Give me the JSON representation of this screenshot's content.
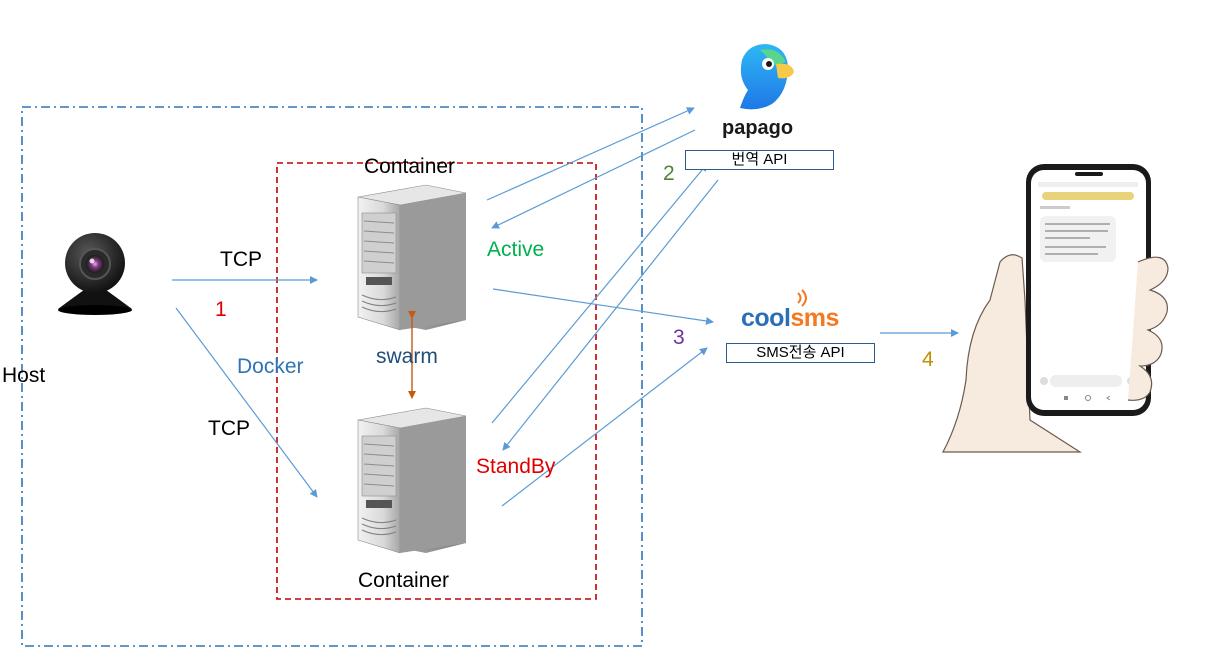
{
  "labels": {
    "host": "Host",
    "docker": "Docker",
    "container_top": "Container",
    "container_bottom": "Container",
    "active": "Active",
    "standby": "StandBy",
    "swarm": "swarm",
    "tcp_top": "TCP",
    "tcp_bottom": "TCP",
    "step1": "1",
    "step2": "2",
    "step3": "3",
    "step4": "4",
    "papago_logo": "papago",
    "papago_api": "번역 API",
    "coolsms_cool": "cool",
    "coolsms_sms": "sms",
    "sms_api": "SMS전송 API"
  },
  "colors": {
    "arrow": "#5b9bd5",
    "host_border": "#2e75b6",
    "docker_border": "#c00000",
    "active": "#00b050",
    "standby": "#e00000",
    "docker": "#2e75b6",
    "swarm": "#1f4e79",
    "swarm_arrow": "#c55a11",
    "step1": "#e00000",
    "step2": "#548235",
    "step3": "#7030a0",
    "step4": "#bf9000",
    "coolsms_blue": "#2c6fb7",
    "coolsms_orange": "#f47920"
  },
  "icons": [
    "webcam-icon",
    "server-icon",
    "papago-parrot-icon",
    "coolsms-wave-icon",
    "smartphone-hand-icon"
  ]
}
